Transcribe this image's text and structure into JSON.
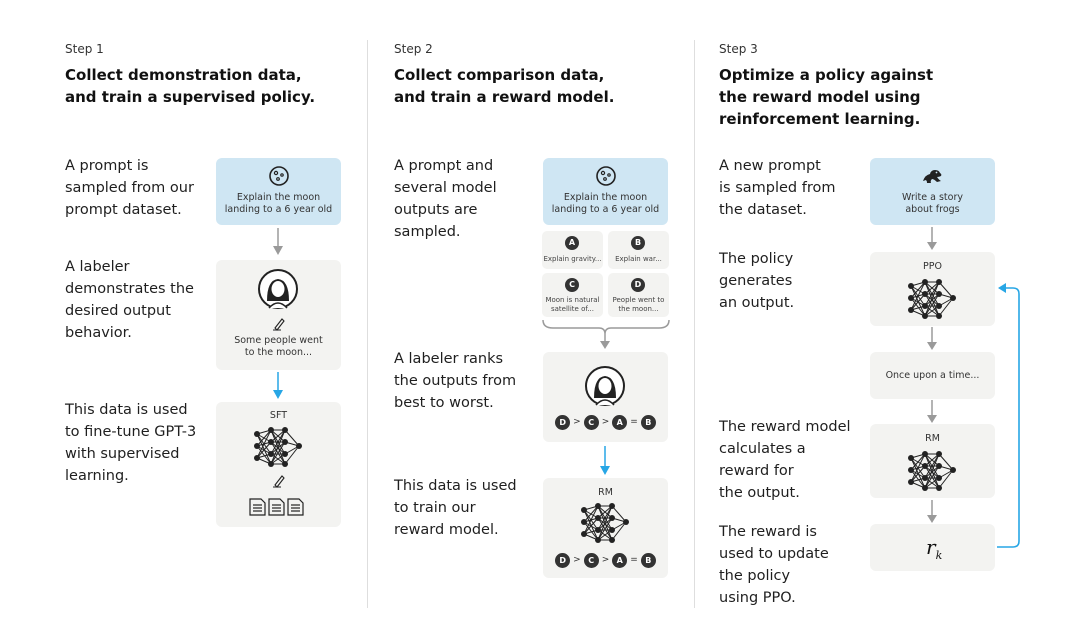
{
  "step1": {
    "label": "Step 1",
    "title_l1": "Collect demonstration data,",
    "title_l2": "and train a supervised policy.",
    "desc1": [
      "A prompt is",
      "sampled from our",
      "prompt dataset."
    ],
    "desc2": [
      "A labeler",
      "demonstrates the",
      "desired output",
      "behavior."
    ],
    "desc3": [
      "This data is used",
      "to fine-tune GPT-3",
      "with supervised",
      "learning."
    ],
    "prompt_l1": "Explain the moon",
    "prompt_l2": "landing to a 6 year old",
    "demo_l1": "Some people went",
    "demo_l2": "to the moon...",
    "model_label": "SFT"
  },
  "step2": {
    "label": "Step 2",
    "title_l1": "Collect comparison data,",
    "title_l2": "and train a reward model.",
    "desc1": [
      "A prompt and",
      "several model",
      "outputs are",
      "sampled."
    ],
    "desc2": [
      "A labeler ranks",
      "the outputs from",
      "best to worst."
    ],
    "desc3": [
      "This data is used",
      "to train our",
      "reward model."
    ],
    "prompt_l1": "Explain the moon",
    "prompt_l2": "landing to a 6 year old",
    "outputs": [
      {
        "letter": "A",
        "l1": "Explain gravity...",
        "l2": ""
      },
      {
        "letter": "B",
        "l1": "Explain war...",
        "l2": ""
      },
      {
        "letter": "C",
        "l1": "Moon is natural",
        "l2": "satellite of..."
      },
      {
        "letter": "D",
        "l1": "People went to",
        "l2": "the moon..."
      }
    ],
    "ranking": [
      "D",
      ">",
      "C",
      ">",
      "A",
      "=",
      "B"
    ],
    "model_label": "RM"
  },
  "step3": {
    "label": "Step 3",
    "title_l1": "Optimize a policy against",
    "title_l2": "the reward model using",
    "title_l3": "reinforcement learning.",
    "desc1": [
      "A new prompt",
      "is sampled from",
      "the dataset."
    ],
    "desc2": [
      "The policy",
      "generates",
      "an output."
    ],
    "desc3": [
      "The reward model",
      "calculates a",
      "reward for",
      "the output."
    ],
    "desc4": [
      "The reward is",
      "used to update",
      "the policy",
      "using PPO."
    ],
    "prompt_l1": "Write a story",
    "prompt_l2": "about frogs",
    "policy_label": "PPO",
    "output_text": "Once upon a time...",
    "rm_label": "RM",
    "reward_symbol": "r",
    "reward_sub": "k"
  },
  "colors": {
    "blue_box": "#cfe6f3",
    "gray_box": "#f3f3f1",
    "arrow_gray": "#9a9a9a",
    "arrow_blue": "#27a6e5",
    "feedback_line": "#27a6e5"
  }
}
